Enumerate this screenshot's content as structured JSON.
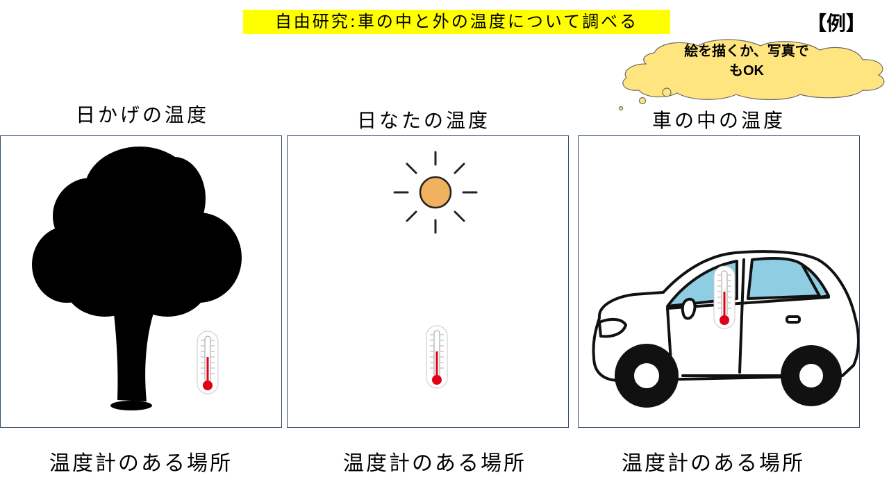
{
  "title": "自由研究:車の中と外の温度について調べる",
  "tag": "【例】",
  "thought_bubble": {
    "line1": "絵を描くか、写真で",
    "line2": "もOK"
  },
  "panels": [
    {
      "heading": "日かげの温度",
      "icon": "tree-icon",
      "caption": "温度計のある場所"
    },
    {
      "heading": "日なたの温度",
      "icon": "sun-icon",
      "caption": "温度計のある場所"
    },
    {
      "heading": "車の中の温度",
      "icon": "car-icon",
      "caption": "温度計のある場所"
    }
  ],
  "colors": {
    "title_highlight": "#ffff00",
    "cloud_fill": "#ffe580",
    "sun_fill": "#f1b25f",
    "car_window": "#8fcde3",
    "thermometer_red": "#e0001a"
  }
}
